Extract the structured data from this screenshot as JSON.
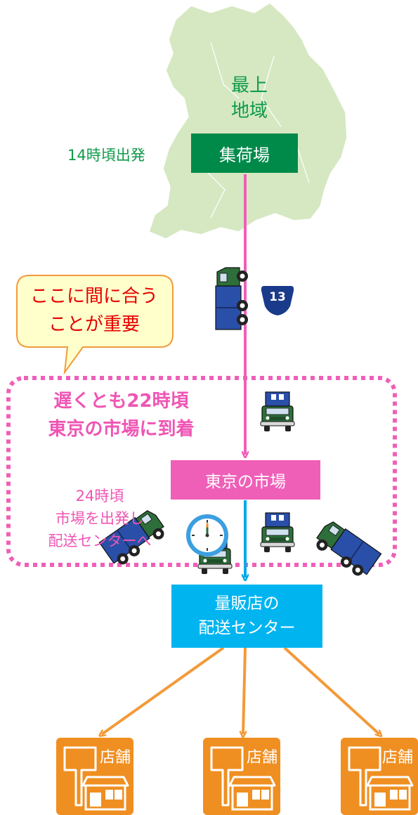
{
  "region": {
    "line1": "最上",
    "line2": "地域"
  },
  "departure_time": "14時頃出発",
  "collection_site": "集荷場",
  "route_number": "13",
  "callout": {
    "line1": "ここに間に合う",
    "line2": "ことが重要"
  },
  "deadline": {
    "line1": "遅くとも22時頃",
    "line2": "東京の市場に到着"
  },
  "tokyo_market": "東京の市場",
  "depart_24": {
    "line1": "24時頃",
    "line2": "市場を出発し",
    "line3": "配送センターへ"
  },
  "distribution_center": {
    "line1": "量販店の",
    "line2": "配送センター"
  },
  "stores": [
    {
      "label": "店舗"
    },
    {
      "label": "店舗"
    },
    {
      "label": "店舗"
    }
  ],
  "colors": {
    "map_green": "#d5e8c2",
    "collection_green": "#008a4a",
    "route_pink": "#ef5fb8",
    "route_blue": "#00a8e8",
    "route_orange": "#f39a3a",
    "store_orange": "#ef8f21",
    "callout_yellow": "#ffffcc",
    "callout_red": "#e60000",
    "route_sign_navy": "#1a3a8a",
    "truck_blue": "#2a4fa8",
    "truck_green": "#2e6e3a"
  },
  "icons": [
    "truck-icon",
    "route-sign-icon",
    "clock-icon",
    "store-icon"
  ]
}
